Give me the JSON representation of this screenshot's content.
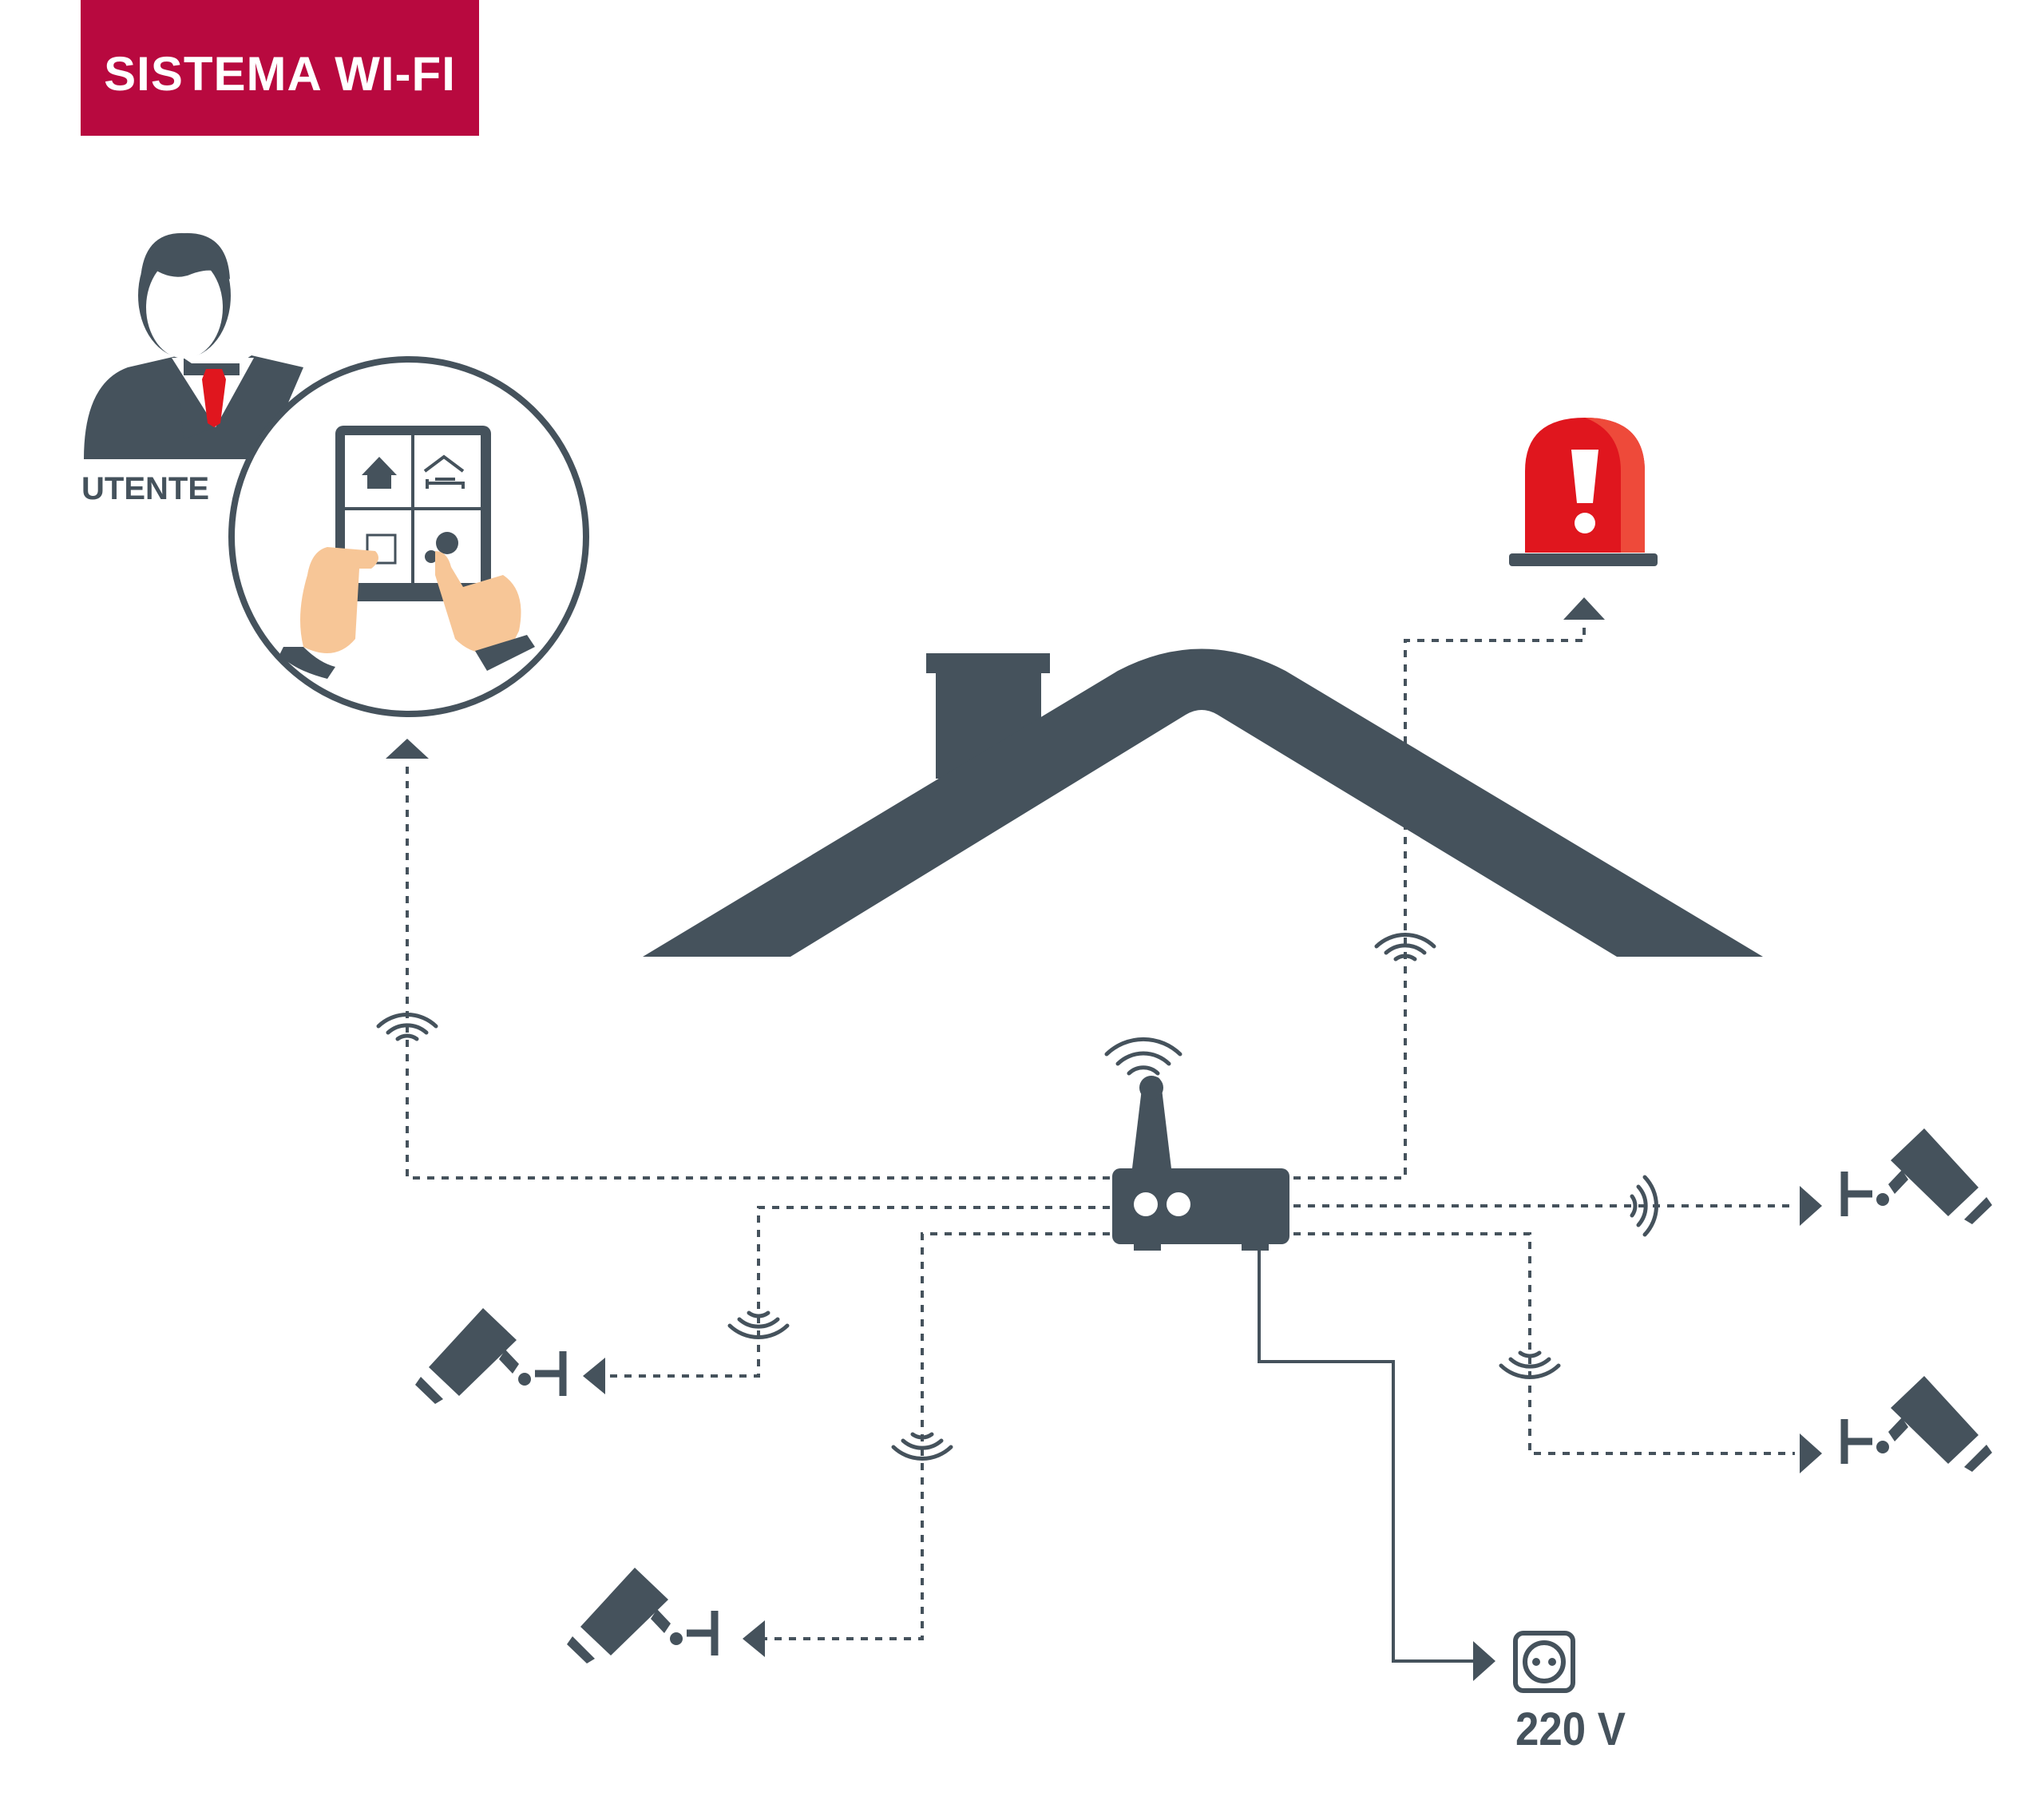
{
  "title": "SISTEMA WI-FI",
  "user_label": "UTENTE",
  "voltage_label": "220 V",
  "colors": {
    "banner": "#b8093f",
    "dark": "#45525c",
    "alarm_red": "#e0161e",
    "tie_red": "#e0161e",
    "skin": "#f7c697"
  },
  "icons": [
    "user-icon",
    "tablet-icon",
    "alarm-beacon-icon",
    "roof-icon",
    "router-icon",
    "camera-icon",
    "power-socket-icon",
    "wifi-signal-icon"
  ]
}
